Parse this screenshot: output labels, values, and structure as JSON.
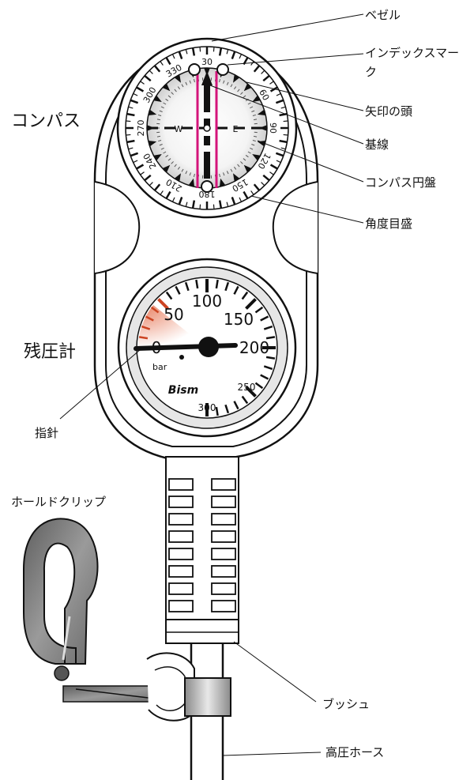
{
  "labels": {
    "bezel": "ベゼル",
    "index_mark_line1": "インデックスマー",
    "index_mark_line2": "ク",
    "arrow_head": "矢印の頭",
    "baseline": "基線",
    "compass_disc": "コンパス円盤",
    "angle_scale": "角度目盛",
    "compass": "コンパス",
    "pressure_gauge": "残圧計",
    "needle": "指針",
    "hold_clip": "ホールドクリップ",
    "bushing": "ブッシュ",
    "hp_hose": "高圧ホース"
  },
  "compass_face": {
    "bezel_numbers": [
      "30",
      "330",
      "300",
      "270",
      "240",
      "210",
      "180",
      "150",
      "120",
      "90",
      "60"
    ],
    "west": "W",
    "east": "E"
  },
  "gauge_face": {
    "scale_numbers": [
      "0",
      "50",
      "100",
      "150",
      "200",
      "250",
      "300"
    ],
    "unit": "bar",
    "brand": "Bism"
  },
  "colors": {
    "outline": "#1a1a1a",
    "magenta_lines": "#d4147a",
    "red_zone": "#e0532a",
    "clip_gray": "#7a7a7a",
    "bezel_gray": "#e6e6e6"
  }
}
